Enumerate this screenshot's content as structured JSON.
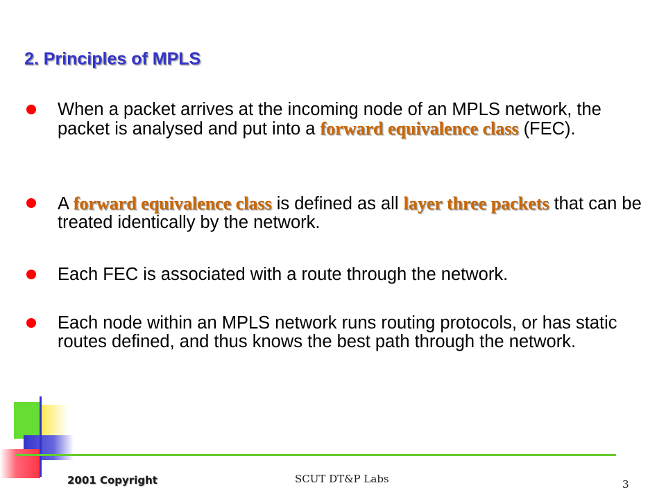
{
  "slide": {
    "title": "2.  Principles of MPLS",
    "bullets": [
      {
        "t1": "When a packet arrives at the incoming node of an MPLS network, the packet is analysed and put into a ",
        "h1": "forward equivalence class",
        "t2": " (FEC)."
      },
      {
        "t1": "A ",
        "h1": "forward equivalence class",
        "t2": " is defined as all ",
        "h2": "layer three packets",
        "t3": " that can be treated identically by the network."
      },
      {
        "t1": "Each FEC is associated with a route through the network."
      },
      {
        "t1": "Each node within an MPLS network runs routing protocols, or has static routes defined, and thus knows the best path through the network."
      }
    ],
    "footer": {
      "copyright": "2001 Copyright",
      "lab_name": "SCUT DT&P Labs",
      "page_number": "3"
    },
    "colors": {
      "title": "#3333cc",
      "highlight": "#cc6600",
      "bullet_dot": "#ff0000",
      "footer_line": "#66cc33",
      "deco_green": "#66dd33",
      "deco_yellow": "#ffee66",
      "deco_blue": "#3333cc",
      "deco_red": "#ff5566"
    }
  }
}
